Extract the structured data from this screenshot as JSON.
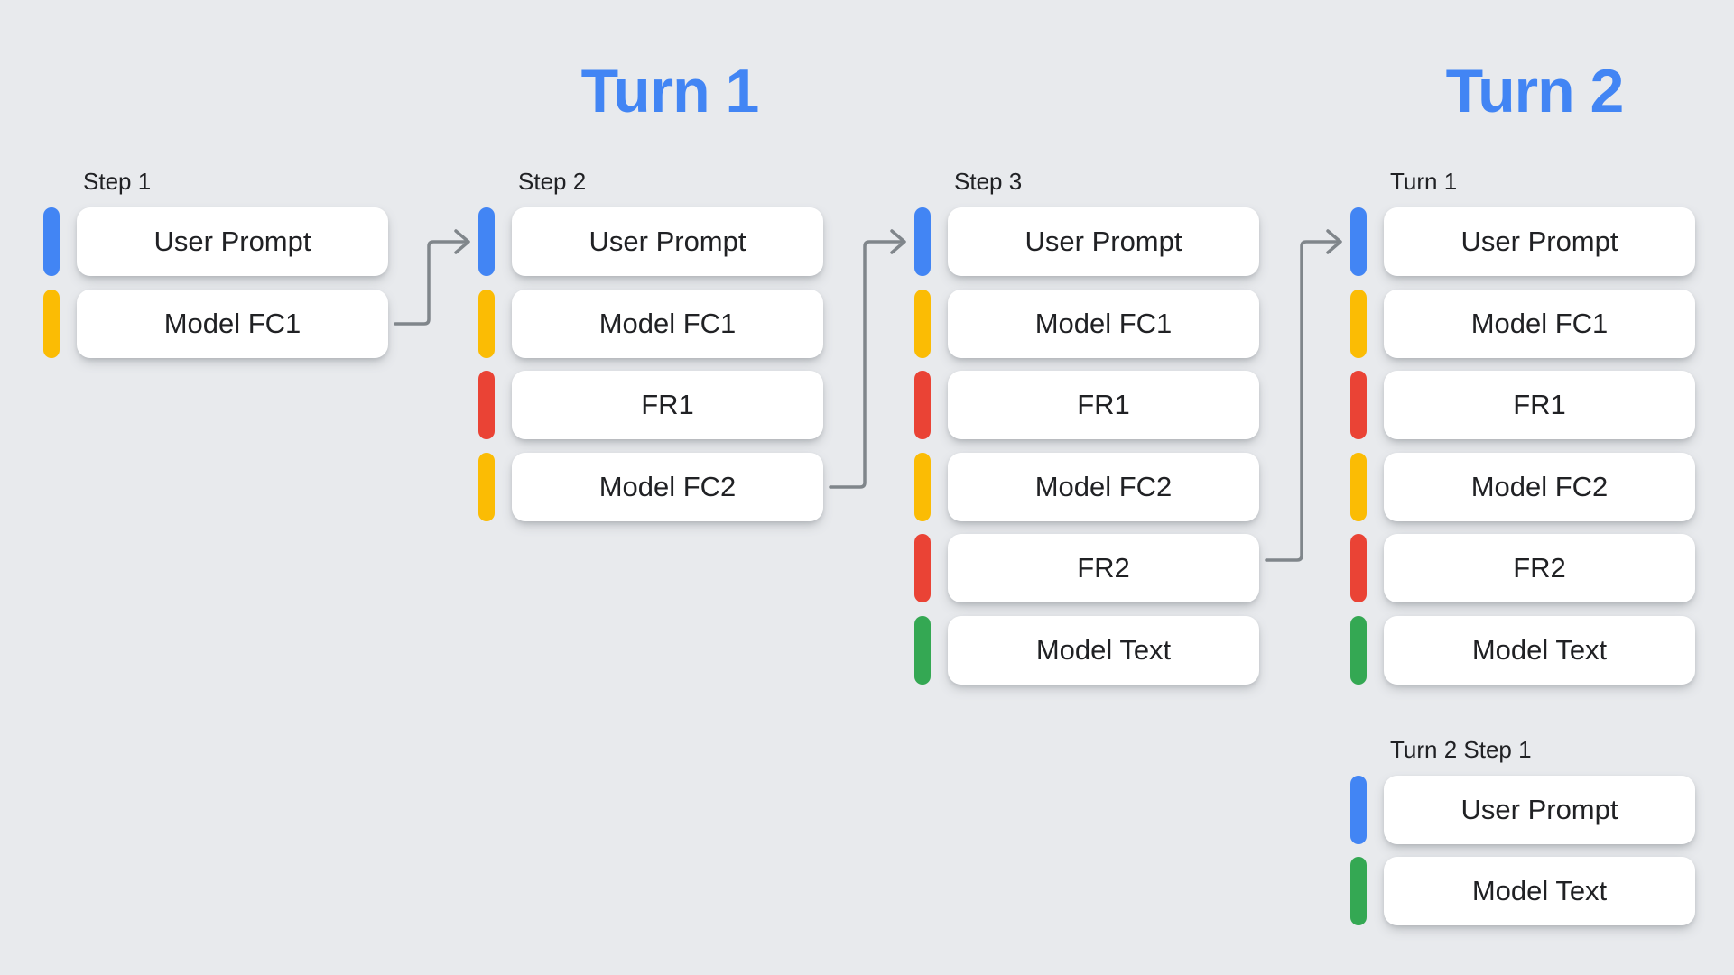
{
  "titles": {
    "turn1": "Turn 1",
    "turn2": "Turn 2"
  },
  "palette": {
    "user_prompt": "#4285F4",
    "model_fc": "#FBBC04",
    "function_response": "#EA4335",
    "model_text": "#34A853",
    "title_text": "#4285F4",
    "arrow": "#80868B",
    "background": "#E8EAED",
    "card": "#FFFFFF",
    "text": "#202124"
  },
  "columns": [
    {
      "label": "Step 1",
      "items": [
        {
          "label": "User Prompt",
          "kind": "user_prompt"
        },
        {
          "label": "Model FC1",
          "kind": "model_fc"
        }
      ]
    },
    {
      "label": "Step 2",
      "items": [
        {
          "label": "User Prompt",
          "kind": "user_prompt"
        },
        {
          "label": "Model FC1",
          "kind": "model_fc"
        },
        {
          "label": "FR1",
          "kind": "function_response"
        },
        {
          "label": "Model FC2",
          "kind": "model_fc"
        }
      ]
    },
    {
      "label": "Step 3",
      "items": [
        {
          "label": "User Prompt",
          "kind": "user_prompt"
        },
        {
          "label": "Model FC1",
          "kind": "model_fc"
        },
        {
          "label": "FR1",
          "kind": "function_response"
        },
        {
          "label": "Model FC2",
          "kind": "model_fc"
        },
        {
          "label": "FR2",
          "kind": "function_response"
        },
        {
          "label": "Model Text",
          "kind": "model_text"
        }
      ]
    },
    {
      "label": "Turn 1",
      "items": [
        {
          "label": "User Prompt",
          "kind": "user_prompt"
        },
        {
          "label": "Model FC1",
          "kind": "model_fc"
        },
        {
          "label": "FR1",
          "kind": "function_response"
        },
        {
          "label": "Model FC2",
          "kind": "model_fc"
        },
        {
          "label": "FR2",
          "kind": "function_response"
        },
        {
          "label": "Model Text",
          "kind": "model_text"
        }
      ]
    },
    {
      "label": "Turn 2 Step 1",
      "items": [
        {
          "label": "User Prompt",
          "kind": "user_prompt"
        },
        {
          "label": "Model Text",
          "kind": "model_text"
        }
      ]
    }
  ],
  "arrows": [
    {
      "from": "Step 1 / Model FC1",
      "to": "Step 2 / User Prompt"
    },
    {
      "from": "Step 2 / Model FC2",
      "to": "Step 3 / User Prompt"
    },
    {
      "from": "Step 3 / FR2",
      "to": "Turn 1 / User Prompt"
    }
  ]
}
